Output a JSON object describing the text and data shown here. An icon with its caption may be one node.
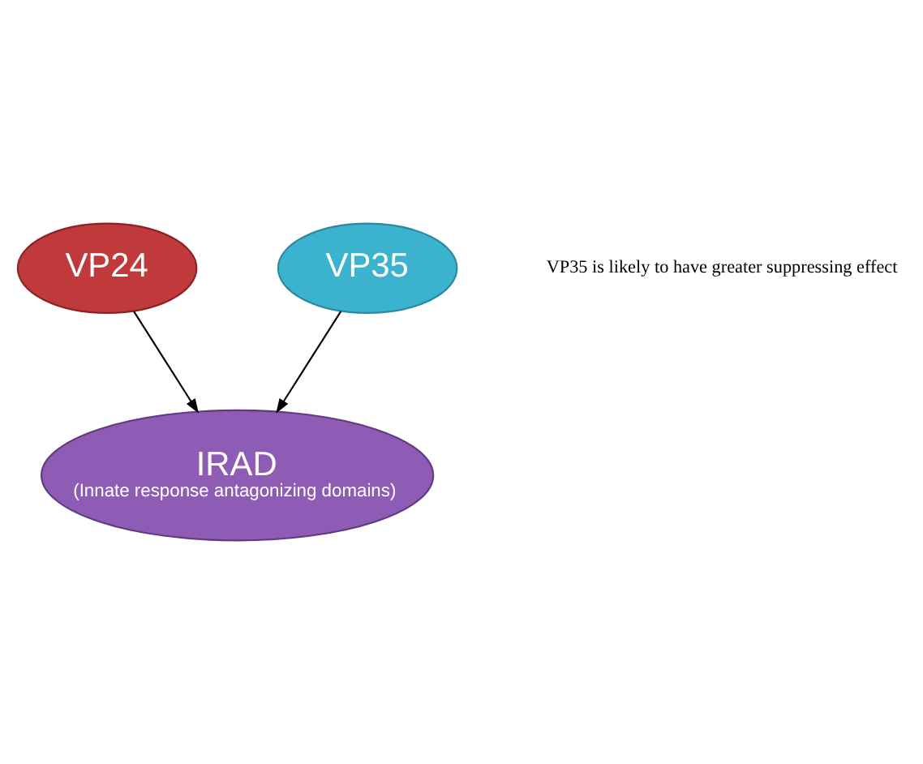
{
  "diagram": {
    "nodes": [
      {
        "text": [
          "VP24"
        ]
      },
      {
        "text": [
          "VP35"
        ]
      },
      {
        "text": [
          "IRAD",
          "(Innate response antagonizing domains)"
        ]
      }
    ],
    "edges": [
      {
        "from": 0,
        "to": 2,
        "arrow": "to"
      },
      {
        "from": 1,
        "to": 2,
        "arrow": "to"
      }
    ],
    "labels": [
      "VP35 is likely to have greater suppressing effect"
    ]
  }
}
